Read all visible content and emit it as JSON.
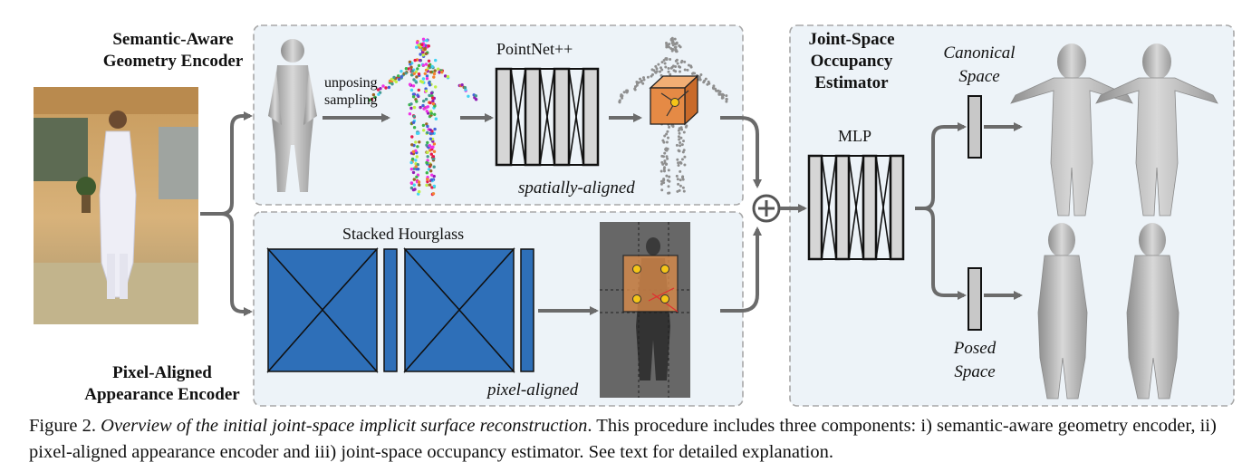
{
  "encoders": {
    "semantic_title_line1": "Semantic-Aware",
    "semantic_title_line2": "Geometry Encoder",
    "pixel_title_line1": "Pixel-Aligned",
    "pixel_title_line2": "Appearance Encoder"
  },
  "semantic_branch": {
    "step_label_line1": "unposing",
    "step_label_line2": "sampling",
    "network_label": "PointNet++",
    "feature_label": "spatially-aligned"
  },
  "pixel_branch": {
    "network_label": "Stacked Hourglass",
    "feature_label": "pixel-aligned"
  },
  "estimator": {
    "title_line1": "Joint-Space",
    "title_line2": "Occupancy",
    "title_line3": "Estimator",
    "network_label": "MLP",
    "canonical_line1": "Canonical",
    "canonical_line2": "Space",
    "posed_line1": "Posed",
    "posed_line2": "Space"
  },
  "caption": {
    "prefix": "Figure 2. ",
    "title": "Overview of the initial joint-space implicit surface reconstruction",
    "body": ". This procedure includes three components: i) semantic-aware geometry encoder, ii) pixel-aligned appearance encoder and iii) joint-space occupancy estimator. See text for detailed explanation."
  },
  "colors": {
    "panel_fill": "#edf3f8",
    "panel_border": "#a8a8a8",
    "hourglass_blue": "#2e6fb8",
    "arrow_gray": "#6b6b6b",
    "feature_cube": "#e58a45",
    "sample_point": "#f5c518"
  }
}
